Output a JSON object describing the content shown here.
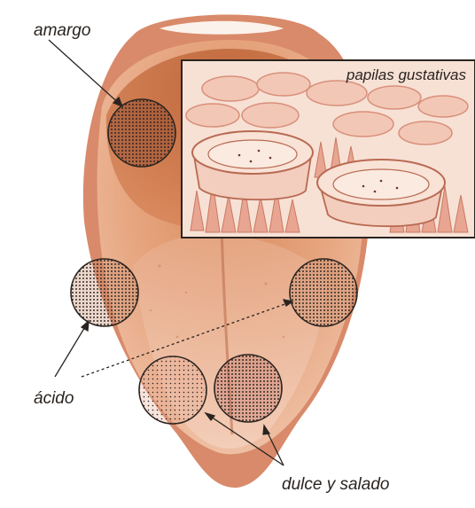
{
  "labels": {
    "bitter": "amargo",
    "papillae": "papilas gustativas",
    "sour": "ácido",
    "sweet_salty": "dulce y salado"
  },
  "icons": {
    "taste_zone": "dotted-circle",
    "papilla": "taste-bud-papilla"
  },
  "colors": {
    "tongue_base": "#e2a079",
    "tongue_shadow": "#c9734c",
    "tongue_tip": "#f0c0a4",
    "lips": "#d98a6a",
    "inset_bg": "#f7e1d5",
    "papilla_pink": "#efb8a6",
    "dot_color": "#2a2420",
    "line_color": "#2a2420"
  }
}
